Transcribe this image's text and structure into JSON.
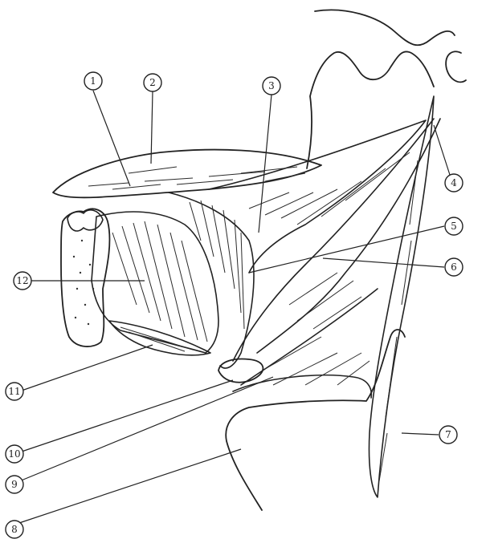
{
  "labels": [
    {
      "id": "1",
      "text": "1"
    },
    {
      "id": "2",
      "text": "2"
    },
    {
      "id": "3",
      "text": "3"
    },
    {
      "id": "4",
      "text": "4"
    },
    {
      "id": "5",
      "text": "5"
    },
    {
      "id": "6",
      "text": "6"
    },
    {
      "id": "7",
      "text": "7"
    },
    {
      "id": "8",
      "text": "8"
    },
    {
      "id": "9",
      "text": "9"
    },
    {
      "id": "10",
      "text": "10"
    },
    {
      "id": "11",
      "text": "11"
    },
    {
      "id": "12",
      "text": "12"
    }
  ],
  "colors": {
    "ink": "#222222",
    "paper": "#ffffff"
  }
}
